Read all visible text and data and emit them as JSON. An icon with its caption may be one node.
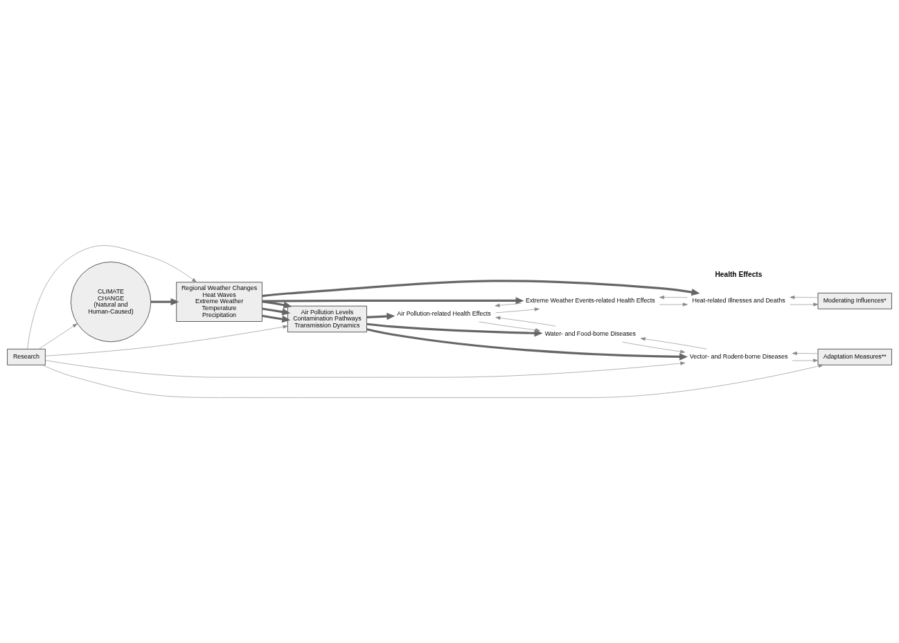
{
  "diagram": {
    "nodes": [
      {
        "text": [
          "CLIMATE CHANGE (Natural and Human-Caused)"
        ]
      },
      {
        "text": [
          "Regional Weather Changes",
          "Heat Waves",
          "Extreme Weather",
          "Temperature",
          "Precipitation"
        ]
      },
      {
        "text": [
          "Air Pollution Levels",
          "Contamination Pathways",
          "Transmission Dynamics"
        ]
      },
      {
        "text": [
          "Moderating Influences*"
        ]
      },
      {
        "text": [
          "Heat-related Illnesses and Deaths"
        ]
      },
      {
        "text": [
          "Extreme Weather Events-related Health Effects"
        ]
      },
      {
        "text": [
          "Air Pollution-related Health Effects"
        ]
      },
      {
        "text": [
          "Water- and Food-borne Diseases"
        ]
      },
      {
        "text": [
          "Vector- and Rodent-borne Diseases"
        ]
      },
      {
        "text": [
          "Research"
        ]
      },
      {
        "text": [
          "Adaptation Measures**"
        ]
      }
    ],
    "edges": [
      {
        "from": 0,
        "to": 1,
        "arrow": "to",
        "style": "thick"
      },
      {
        "from": 1,
        "to": 4,
        "arrow": "to",
        "style": "thick"
      },
      {
        "from": 1,
        "to": 5,
        "arrow": "to",
        "style": "thick"
      },
      {
        "from": 1,
        "to": 2,
        "arrow": "to",
        "style": "thick"
      },
      {
        "from": 1,
        "to": 2,
        "arrow": "to",
        "style": "thick"
      },
      {
        "from": 1,
        "to": 2,
        "arrow": "to",
        "style": "thick"
      },
      {
        "from": 2,
        "to": 6,
        "arrow": "to",
        "style": "thick"
      },
      {
        "from": 2,
        "to": 7,
        "arrow": "to",
        "style": "thick"
      },
      {
        "from": 2,
        "to": 8,
        "arrow": "to",
        "style": "thick"
      },
      {
        "from": 3,
        "to": 4,
        "arrow": "to"
      },
      {
        "from": 4,
        "to": 3,
        "arrow": "to"
      },
      {
        "from": 4,
        "to": 5,
        "arrow": "to"
      },
      {
        "from": 5,
        "to": 4,
        "arrow": "to"
      },
      {
        "from": 5,
        "to": 6,
        "arrow": "to"
      },
      {
        "from": 6,
        "to": 5,
        "arrow": "to"
      },
      {
        "from": 6,
        "to": 7,
        "arrow": "to"
      },
      {
        "from": 7,
        "to": 6,
        "arrow": "to"
      },
      {
        "from": 7,
        "to": 8,
        "arrow": "to"
      },
      {
        "from": 8,
        "to": 7,
        "arrow": "to"
      },
      {
        "from": 9,
        "to": 0,
        "arrow": "to"
      },
      {
        "from": 9,
        "to": 1,
        "arrow": "to"
      },
      {
        "from": 9,
        "to": 2,
        "arrow": "to"
      },
      {
        "from": 9,
        "to": 8,
        "arrow": "to"
      },
      {
        "from": 9,
        "to": 10,
        "arrow": "to"
      },
      {
        "from": 10,
        "to": 8,
        "arrow": "to"
      },
      {
        "from": 8,
        "to": 10,
        "arrow": "to"
      }
    ],
    "labels": [
      "Health Effects"
    ]
  }
}
